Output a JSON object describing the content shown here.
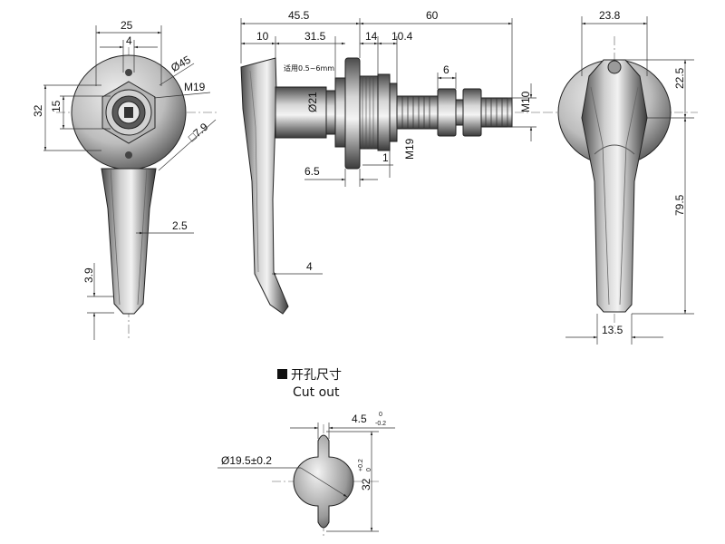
{
  "title_cn": "开孔尺寸",
  "title_en": "Cut out",
  "front": {
    "width_25": "25",
    "width_4": "4",
    "diameter_45": "Ø45",
    "thread_m19": "M19",
    "square_79": "□7.9",
    "height_32": "32",
    "height_15": "15",
    "width_25b": "2.5",
    "height_39": "3.9"
  },
  "side": {
    "total_455": "45.5",
    "total_60": "60",
    "seg_10": "10",
    "seg_315": "31.5",
    "seg_14": "14",
    "seg_104": "10.4",
    "seg_6": "6",
    "dia_21": "Ø21",
    "thread_m10": "M10",
    "thread_m19": "M19",
    "seg_65": "6.5",
    "seg_1": "1",
    "tip_4": "4",
    "note": "适用0.5~6mm"
  },
  "back": {
    "width_238": "23.8",
    "height_225": "22.5",
    "height_795": "79.5",
    "width_135": "13.5"
  },
  "cutout": {
    "key_width": "4.5",
    "key_tol_upper": "0",
    "key_tol_lower": "-0.2",
    "diameter": "Ø19.5±0.2",
    "height": "32",
    "height_tol_upper": "+0.2",
    "height_tol_lower": "0"
  },
  "colors": {
    "metal_dark": "#3c3c3c",
    "metal_mid": "#8a8a8a",
    "metal_light": "#d6d6d6",
    "line": "#333333"
  }
}
